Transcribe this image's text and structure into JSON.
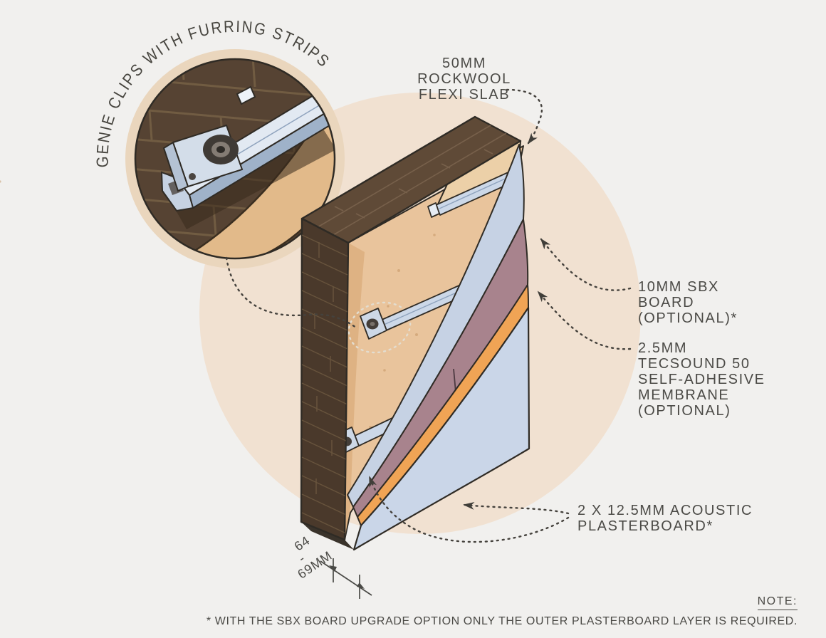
{
  "inset": {
    "caption": "GENIE CLIPS WITH FURRING STRIPS"
  },
  "labels": {
    "rockwool": {
      "lines": [
        "50MM",
        "ROCKWOOL",
        "FLEXI SLAB"
      ]
    },
    "sbx": {
      "lines": [
        "10MM SBX",
        "BOARD",
        "(OPTIONAL)*"
      ]
    },
    "tecsound": {
      "lines": [
        "2.5MM",
        "TECSOUND 50",
        "SELF-ADHESIVE",
        "MEMBRANE",
        "(OPTIONAL)"
      ]
    },
    "plasterboard": {
      "lines": [
        "2 X 12.5MM ACOUSTIC",
        "PLASTERBOARD*"
      ]
    }
  },
  "dimension": {
    "min": "64",
    "separator": "-",
    "max": "69MM"
  },
  "note": {
    "heading": "NOTE:",
    "body": "* WITH THE SBX BOARD UPGRADE OPTION ONLY THE OUTER PLASTERBOARD LAYER IS REQUIRED."
  },
  "colors": {
    "paper": "#f1f0ee",
    "background_circle": "#f1e1d1",
    "brick": "#5f4a37",
    "rockwool_flexi_slab": "#e9c49c",
    "furring_channel": "#ccd8e8",
    "inner_plasterboard": "#c6d2e4",
    "sbx_board": "#a8838d",
    "tecsound_membrane": "#f0a455",
    "outer_plasterboard": "#cad6e8",
    "ink": "#2f2b25",
    "text": "#4b4a46"
  }
}
